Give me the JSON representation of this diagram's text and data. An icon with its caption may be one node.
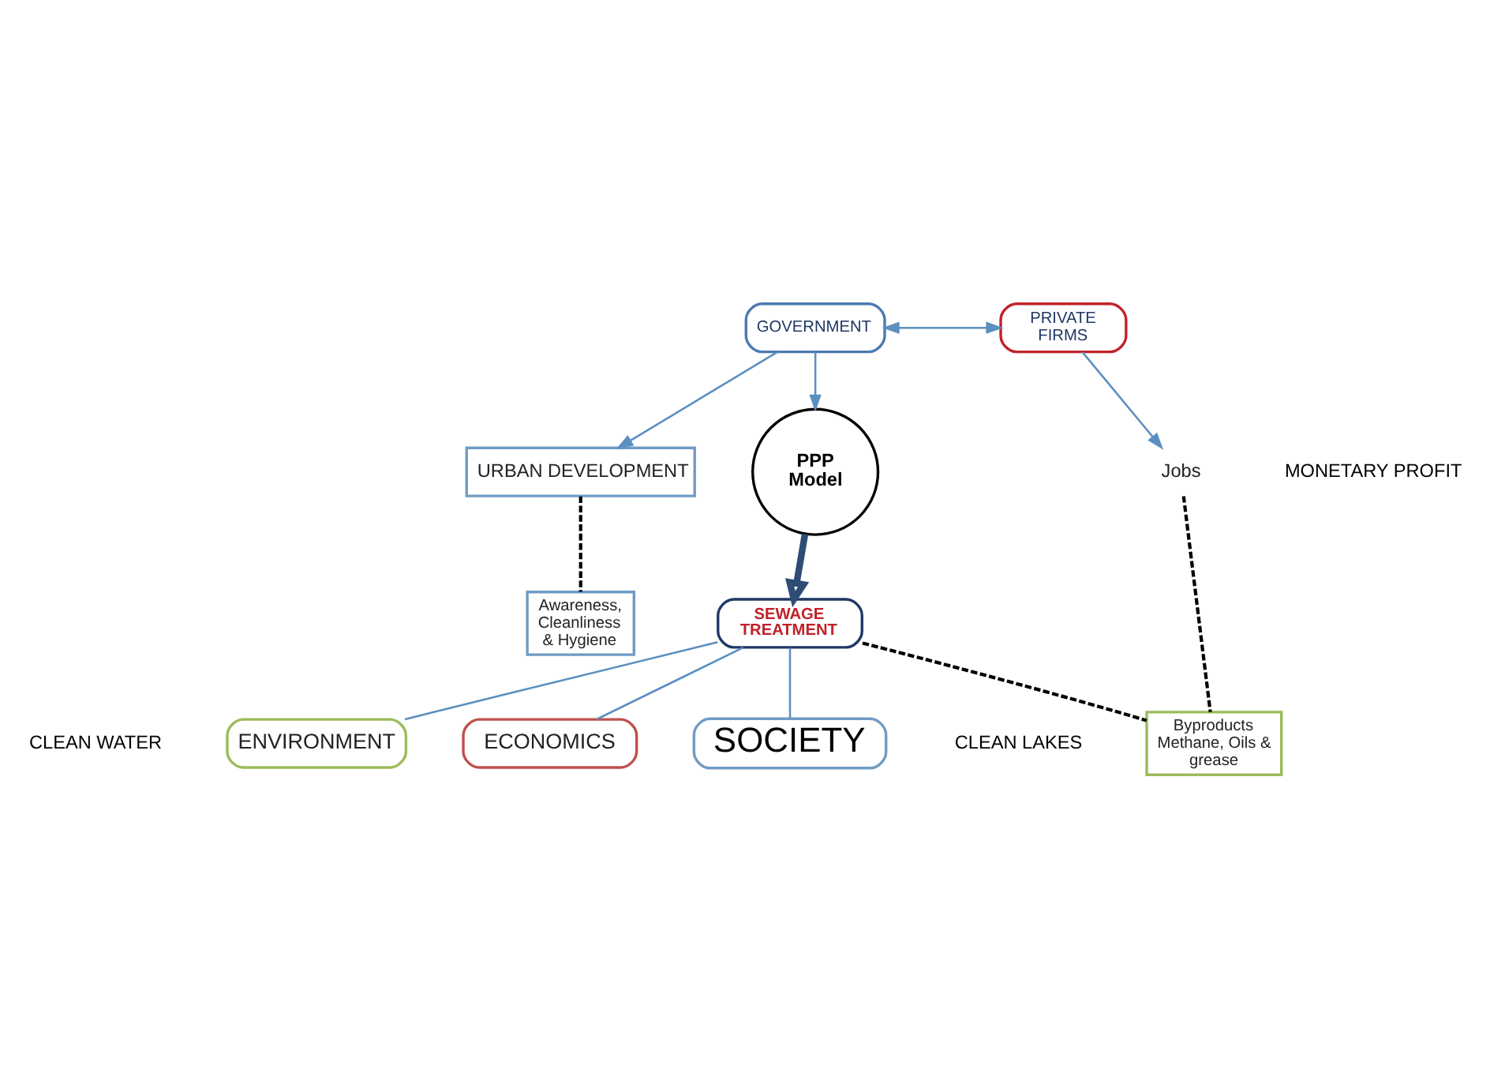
{
  "diagram": {
    "nodes": [
      {
        "text": [
          "GOVERNMENT"
        ]
      },
      {
        "text": [
          "PRIVATE FIRMS"
        ]
      },
      {
        "text": [
          "URBAN DEVELOPMENT"
        ]
      },
      {
        "text": [
          "PPP Model"
        ]
      },
      {
        "text": [
          "Jobs"
        ]
      },
      {
        "text": [
          "SOCIETY"
        ]
      },
      {
        "text": [
          "ECONOMICS"
        ]
      },
      {
        "text": [
          "Byproducts Methane, Oils & grease"
        ]
      },
      {
        "text": [
          "SEWAGE TREATMENT"
        ]
      },
      {
        "text": [
          "Awareness, Cleanliness & Hygiene"
        ]
      },
      {
        "text": [
          "ENVIRONMENT"
        ]
      }
    ],
    "edges": [
      {
        "from": 0,
        "to": 2,
        "arrow": "to"
      },
      {
        "from": 0,
        "to": 1,
        "arrow": "both"
      },
      {
        "from": 0,
        "to": 3,
        "arrow": "to"
      },
      {
        "from": 1,
        "to": 4,
        "arrow": "to"
      },
      {
        "from": 3,
        "to": 8,
        "arrow": "to",
        "style": "thick",
        "color": "#2e4d74"
      },
      {
        "from": 5,
        "to": 8,
        "arrow": "none"
      },
      {
        "from": 6,
        "to": 8,
        "arrow": "none"
      },
      {
        "from": 8,
        "to": 10,
        "arrow": "none"
      },
      {
        "from": 2,
        "to": 9,
        "arrow": "none",
        "style": "dashed",
        "color": "#000000"
      },
      {
        "from": 8,
        "to": 7,
        "arrow": "none",
        "style": "dashed",
        "color": "#000000"
      },
      {
        "from": 4,
        "to": 7,
        "arrow": "none",
        "style": "dashed",
        "color": "#000000"
      }
    ],
    "labels": [
      "MONETARY PROFIT",
      "CLEAN WATER",
      "CLEAN LAKES"
    ]
  }
}
